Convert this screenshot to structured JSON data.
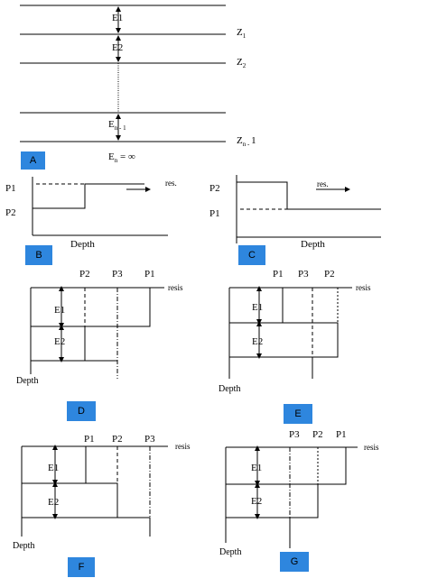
{
  "panel_a": {
    "tag": "A",
    "layer_labels": [
      "E1",
      "E2"
    ],
    "layer_n_minus_1": {
      "main": "E",
      "sub": "n - 1"
    },
    "layer_n": {
      "main": "E",
      "sub": "n",
      "rest": " =  ∞"
    },
    "z_labels": [
      {
        "main": "Z",
        "sub": "1",
        "rest": ""
      },
      {
        "main": "Z",
        "sub": "2",
        "rest": ""
      },
      {
        "main": "Z",
        "sub": "n - ",
        "rest": "1"
      }
    ]
  },
  "panel_b": {
    "tag": "B",
    "p_top": "P1",
    "p_bottom": "P2",
    "res": "res.",
    "depth": "Depth"
  },
  "panel_c": {
    "tag": "C",
    "p_top": "P2",
    "p_bottom": "P1",
    "res": "res.",
    "depth": "Depth"
  },
  "panel_d": {
    "tag": "D",
    "p_labels": [
      "P2",
      "P3",
      "P1"
    ],
    "axis": "resis",
    "layers": [
      "E1",
      "E2"
    ],
    "depth": "Depth"
  },
  "panel_e": {
    "tag": "E",
    "p_labels": [
      "P1",
      "P3",
      "P2"
    ],
    "axis": "resis",
    "layers": [
      "E1",
      "E2"
    ],
    "depth": "Depth"
  },
  "panel_f": {
    "tag": "F",
    "p_labels": [
      "P1",
      "P2",
      "P3"
    ],
    "axis": "resis",
    "layers": [
      "E1",
      "E2"
    ],
    "depth": "Depth"
  },
  "panel_g": {
    "tag": "G",
    "p_labels": [
      "P3",
      "P2",
      "P1"
    ],
    "axis": "resis",
    "layers": [
      "E1",
      "E2"
    ],
    "depth": "Depth"
  }
}
